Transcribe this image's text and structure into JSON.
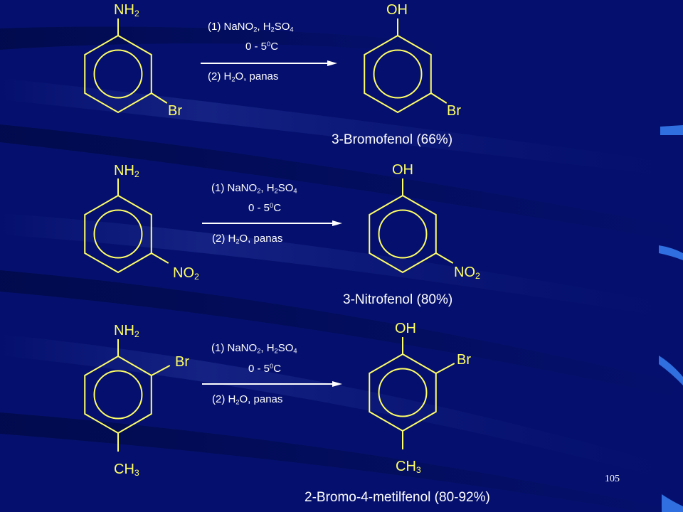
{
  "colors": {
    "background": "#05106e",
    "structure": "#ffff66",
    "text": "#ffffff",
    "accent": "#2f6fe0"
  },
  "conditions": {
    "step1_prefix": "(1) NaNO",
    "step1_sub1": "2",
    "step1_mid": ", H",
    "step1_sub2": "2",
    "step1_so": "SO",
    "step1_sub3": "4",
    "temp_prefix": "0 - 5",
    "temp_sup": "0",
    "temp_unit": "C",
    "step2_prefix": "(2) H",
    "step2_sub": "2",
    "step2_suffix": "O, panas"
  },
  "reactions": [
    {
      "reactant": {
        "top": "NH",
        "top_sub": "2",
        "sub": "Br",
        "sub_sub": ""
      },
      "product": {
        "top": "OH",
        "top_sub": "",
        "sub": "Br",
        "sub_sub": ""
      },
      "product_name": "3-Bromofenol (66%)"
    },
    {
      "reactant": {
        "top": "NH",
        "top_sub": "2",
        "sub": "NO",
        "sub_sub": "2"
      },
      "product": {
        "top": "OH",
        "top_sub": "",
        "sub": "NO",
        "sub_sub": "2"
      },
      "product_name": "3-Nitrofenol (80%)"
    },
    {
      "reactant": {
        "top": "NH",
        "top_sub": "2",
        "ortho": "Br",
        "para": "CH",
        "para_sub": "3"
      },
      "product": {
        "top": "OH",
        "top_sub": "",
        "ortho": "Br",
        "para": "CH",
        "para_sub": "3"
      },
      "product_name": "2-Bromo-4-metilfenol (80-92%)"
    }
  ],
  "page_number": "105"
}
